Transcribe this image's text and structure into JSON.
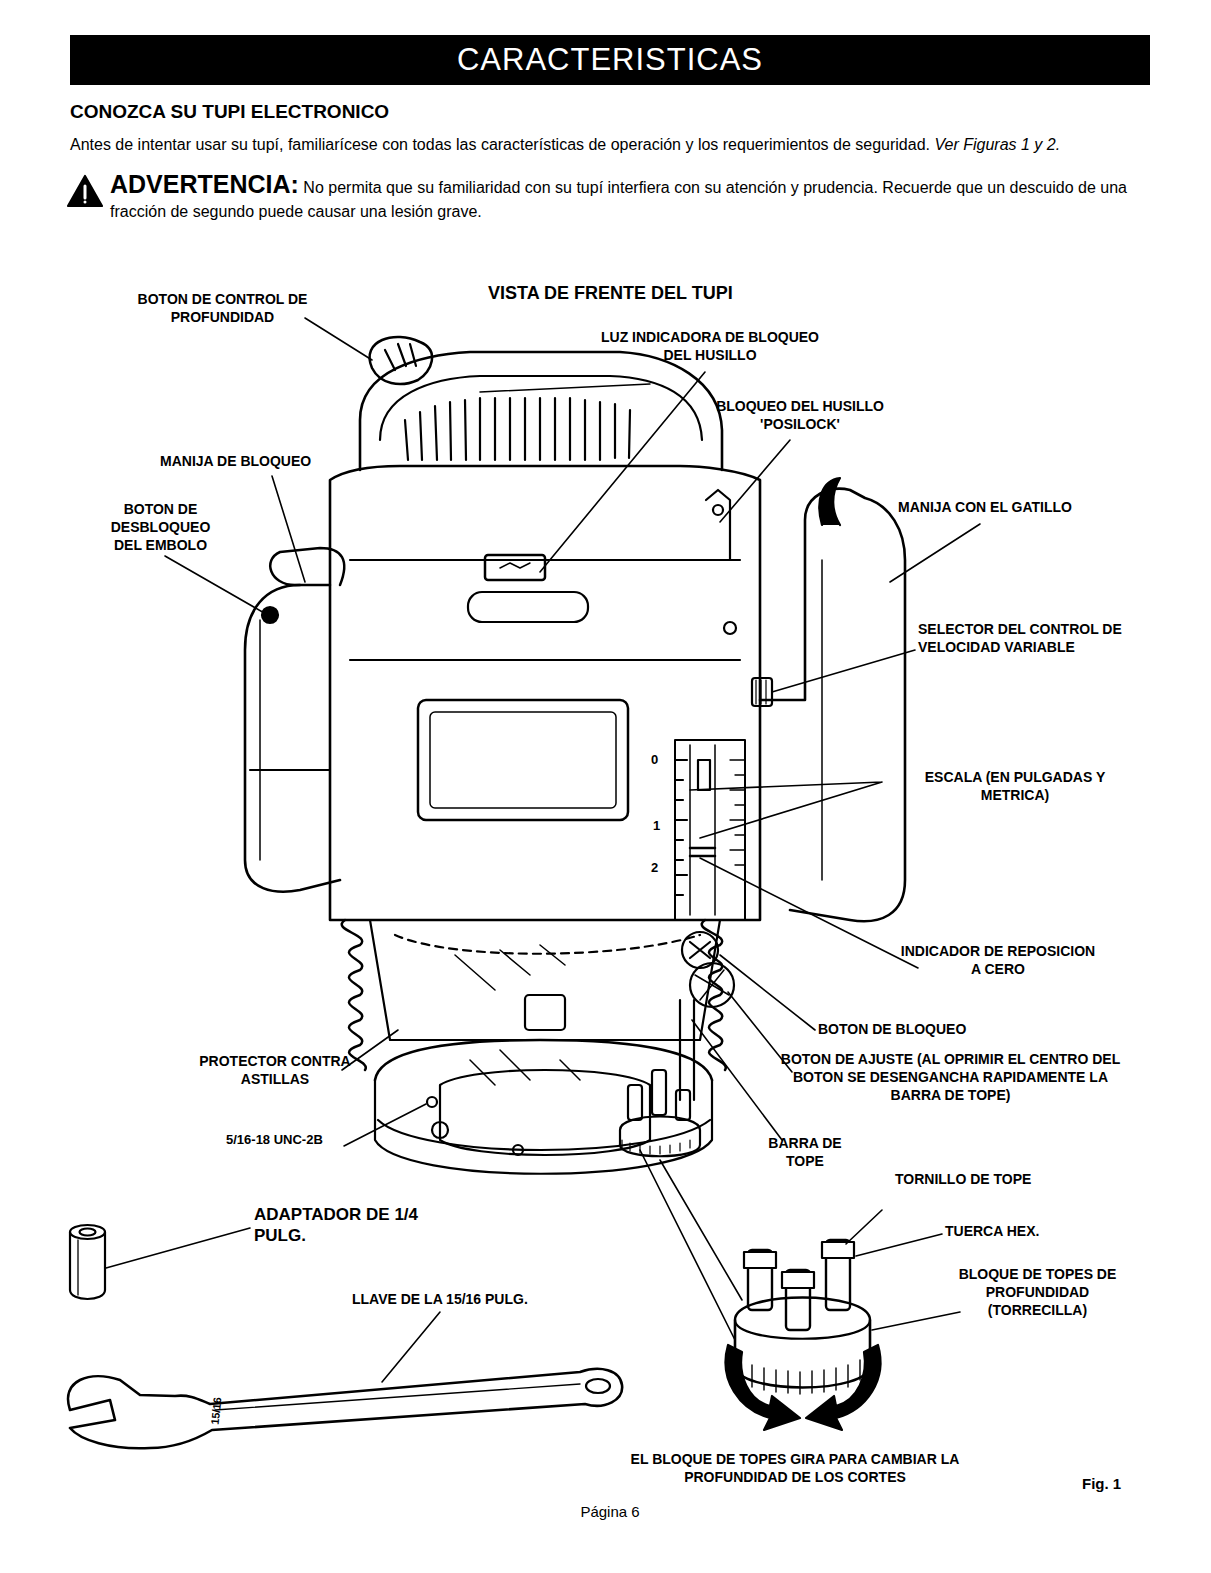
{
  "diagram": {
    "title": "CARACTERISTICAS",
    "labels": [
      "CONOZCA SU TUPI ELECTRONICO",
      "Antes de intentar usar su tupí, familiarícese con todas las características de operación y los requerimientos de seguridad.",
      "Ver Figuras 1 y 2.",
      "ADVERTENCIA:",
      "No permita que su familiaridad con su tupí interfiera con su atención y prudencia. Recuerde que un descuido de una fracción de segundo puede causar una lesión grave.",
      "VISTA DE FRENTE DEL TUPI",
      "BOTON DE CONTROL DE PROFUNDIDAD",
      "LUZ INDICADORA DE BLOQUEO DEL HUSILLO",
      "BLOQUEO DEL HUSILLO 'POSILOCK'",
      "MANIJA DE BLOQUEO",
      "BOTON DE DESBLOQUEO DEL EMBOLO",
      "MANIJA CON EL GATILLO",
      "SELECTOR DEL CONTROL DE VELOCIDAD VARIABLE",
      "ESCALA (EN PULGADAS Y METRICA)",
      "INDICADOR DE REPOSICION A CERO",
      "BOTON DE BLOQUEO",
      "BOTON DE AJUSTE (AL OPRIMIR EL CENTRO DEL BOTON SE DESENGANCHA RAPIDAMENTE LA BARRA DE TOPE)",
      "BARRA DE TOPE",
      "TORNILLO DE TOPE",
      "TUERCA HEX.",
      "BLOQUE DE TOPES DE PROFUNDIDAD (TORRECILLA)",
      "PROTECTOR CONTRA ASTILLAS",
      "5/16-18 UNC-2B",
      "ADAPTADOR DE 1/4 PULG.",
      "LLAVE DE LA 15/16 PULG.",
      "EL BLOQUE DE TOPES GIRA PARA CAMBIAR LA PROFUNDIDAD DE LOS CORTES",
      "Fig. 1",
      "Página 6",
      "0",
      "1",
      "2",
      "15/16"
    ]
  }
}
